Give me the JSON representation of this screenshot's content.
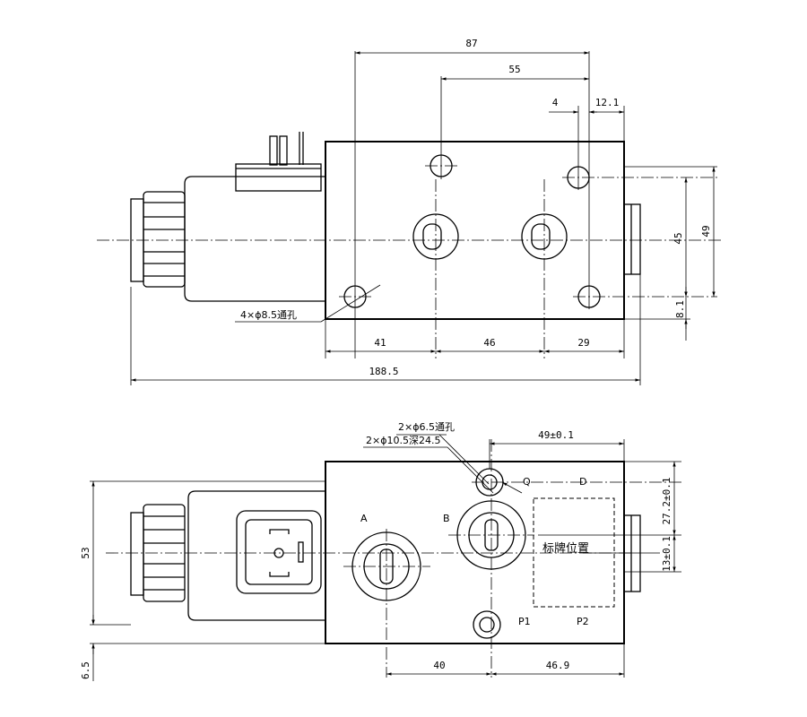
{
  "top_view": {
    "dims": {
      "d87": "87",
      "d55": "55",
      "d4": "4",
      "d12_1": "12.1",
      "d45": "45",
      "d49": "49",
      "d8_1": "8.1",
      "d41": "41",
      "d46": "46",
      "d29": "29",
      "d188_5": "188.5"
    },
    "hole_note": "4×ϕ8.5通孔"
  },
  "bottom_view": {
    "dims": {
      "d49_01": "49±0.1",
      "d27_2_01": "27.2±0.1",
      "d13_01": "13±0.1",
      "d53": "53",
      "d6_5": "6.5",
      "d40": "40",
      "d46_9": "46.9"
    },
    "notes": {
      "through_holes": "2×ϕ6.5通孔",
      "counterbore": "2×ϕ10.5深24.5"
    },
    "ports": {
      "A": "A",
      "B": "B",
      "Q": "Q",
      "D": "D",
      "P1": "P1",
      "P2": "P2"
    },
    "nameplate": "标牌位置"
  }
}
